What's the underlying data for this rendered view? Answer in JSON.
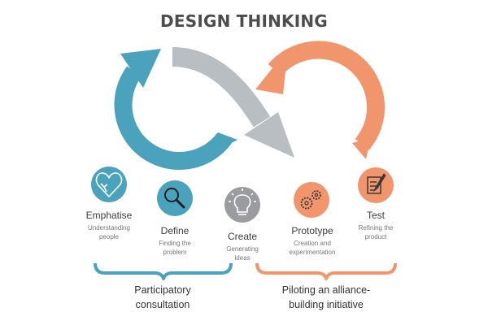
{
  "title": "DESIGN THINKING",
  "colors": {
    "teal": "#4aa2bd",
    "grey": "#b9bec3",
    "orange": "#f0956c",
    "create_grey": "#9a9c9f"
  },
  "stages": [
    {
      "name": "Emphatise",
      "desc_line1": "Understanding",
      "desc_line2": "people",
      "icon": "heart-hand-icon"
    },
    {
      "name": "Define",
      "desc_line1": "Finding the",
      "desc_line2": "problem",
      "icon": "magnifier-icon"
    },
    {
      "name": "Create",
      "desc_line1": "Generating",
      "desc_line2": "ideas",
      "icon": "lightbulb-icon"
    },
    {
      "name": "Prototype",
      "desc_line1": "Creation and",
      "desc_line2": "experimentation",
      "icon": "gears-icon"
    },
    {
      "name": "Test",
      "desc_line1": "Refining the",
      "desc_line2": "product",
      "icon": "notepad-pencil-icon"
    }
  ],
  "groups": [
    {
      "line1": "Participatory",
      "line2": "consultation"
    },
    {
      "line1": "Piloting an alliance-",
      "line2": "building initiative"
    }
  ]
}
